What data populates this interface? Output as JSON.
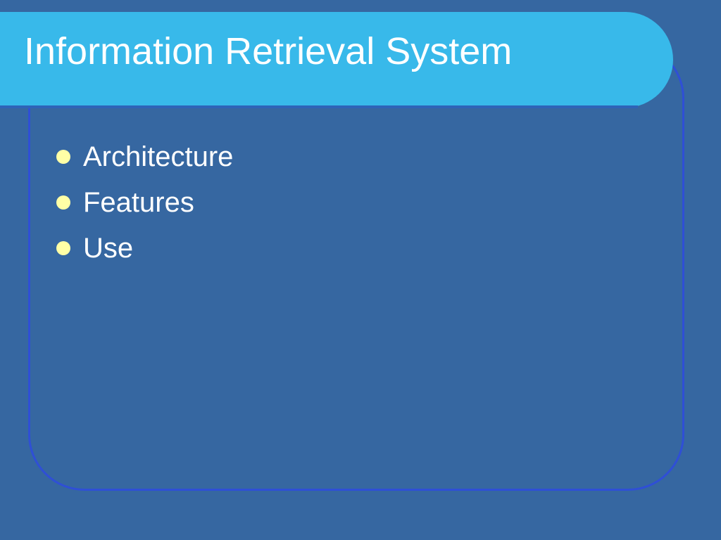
{
  "slide": {
    "title": "Information Retrieval System",
    "bullets": [
      {
        "label": "Architecture"
      },
      {
        "label": "Features"
      },
      {
        "label": "Use"
      }
    ]
  },
  "colors": {
    "background": "#3667A1",
    "title_bar": "#38B9EA",
    "frame_border": "#2F4FD6",
    "bullet_dot": "#FFFFA6",
    "text": "#FFFFFF"
  }
}
